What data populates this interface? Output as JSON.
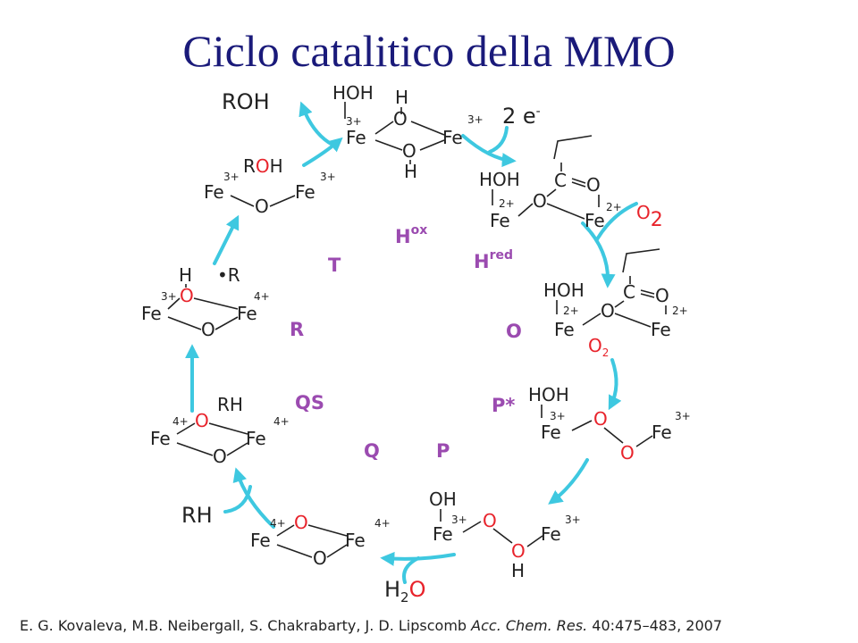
{
  "title": "Ciclo catalitico della MMO",
  "citation": {
    "authors": "E. G. Kovaleva, M.B. Neibergall, S. Chakrabarty, J. D. Lipscomb",
    "journal": "Acc. Chem. Res.",
    "reference": "40:475–483, 2007"
  },
  "states": {
    "hox": "H",
    "hox_sup": "ox",
    "hred": "H",
    "hred_sup": "red",
    "o": "O",
    "pstar": "P*",
    "p": "P",
    "q": "Q",
    "qs": "QS",
    "r": "R",
    "t": "T"
  },
  "reagents": {
    "roh": "ROH",
    "two_e": "2 e",
    "two_e_sup": "-",
    "o2": "O",
    "o2_sub": "2",
    "h2o": "H",
    "h2o_sub": "2",
    "h2o_o": "O",
    "rh": "RH"
  },
  "atoms": {
    "fe": "Fe",
    "o": "O",
    "h": "H",
    "hoh": "HOH",
    "oh": "OH",
    "c": "C",
    "r": "R",
    "rh": "RH",
    "roh": "ROH",
    "radical_r": "•R",
    "o2": "O",
    "o2_sub": "2",
    "ox_3": "3+",
    "ox_2": "2+",
    "ox_4": "4+"
  },
  "colors": {
    "title": "#1a1a7a",
    "arrow": "#3ec8e0",
    "state_label": "#9b4bb0",
    "oxygen": "#e8232b",
    "text": "#222222"
  },
  "icons": {
    "arrows": "curved-arrow-cyan"
  }
}
